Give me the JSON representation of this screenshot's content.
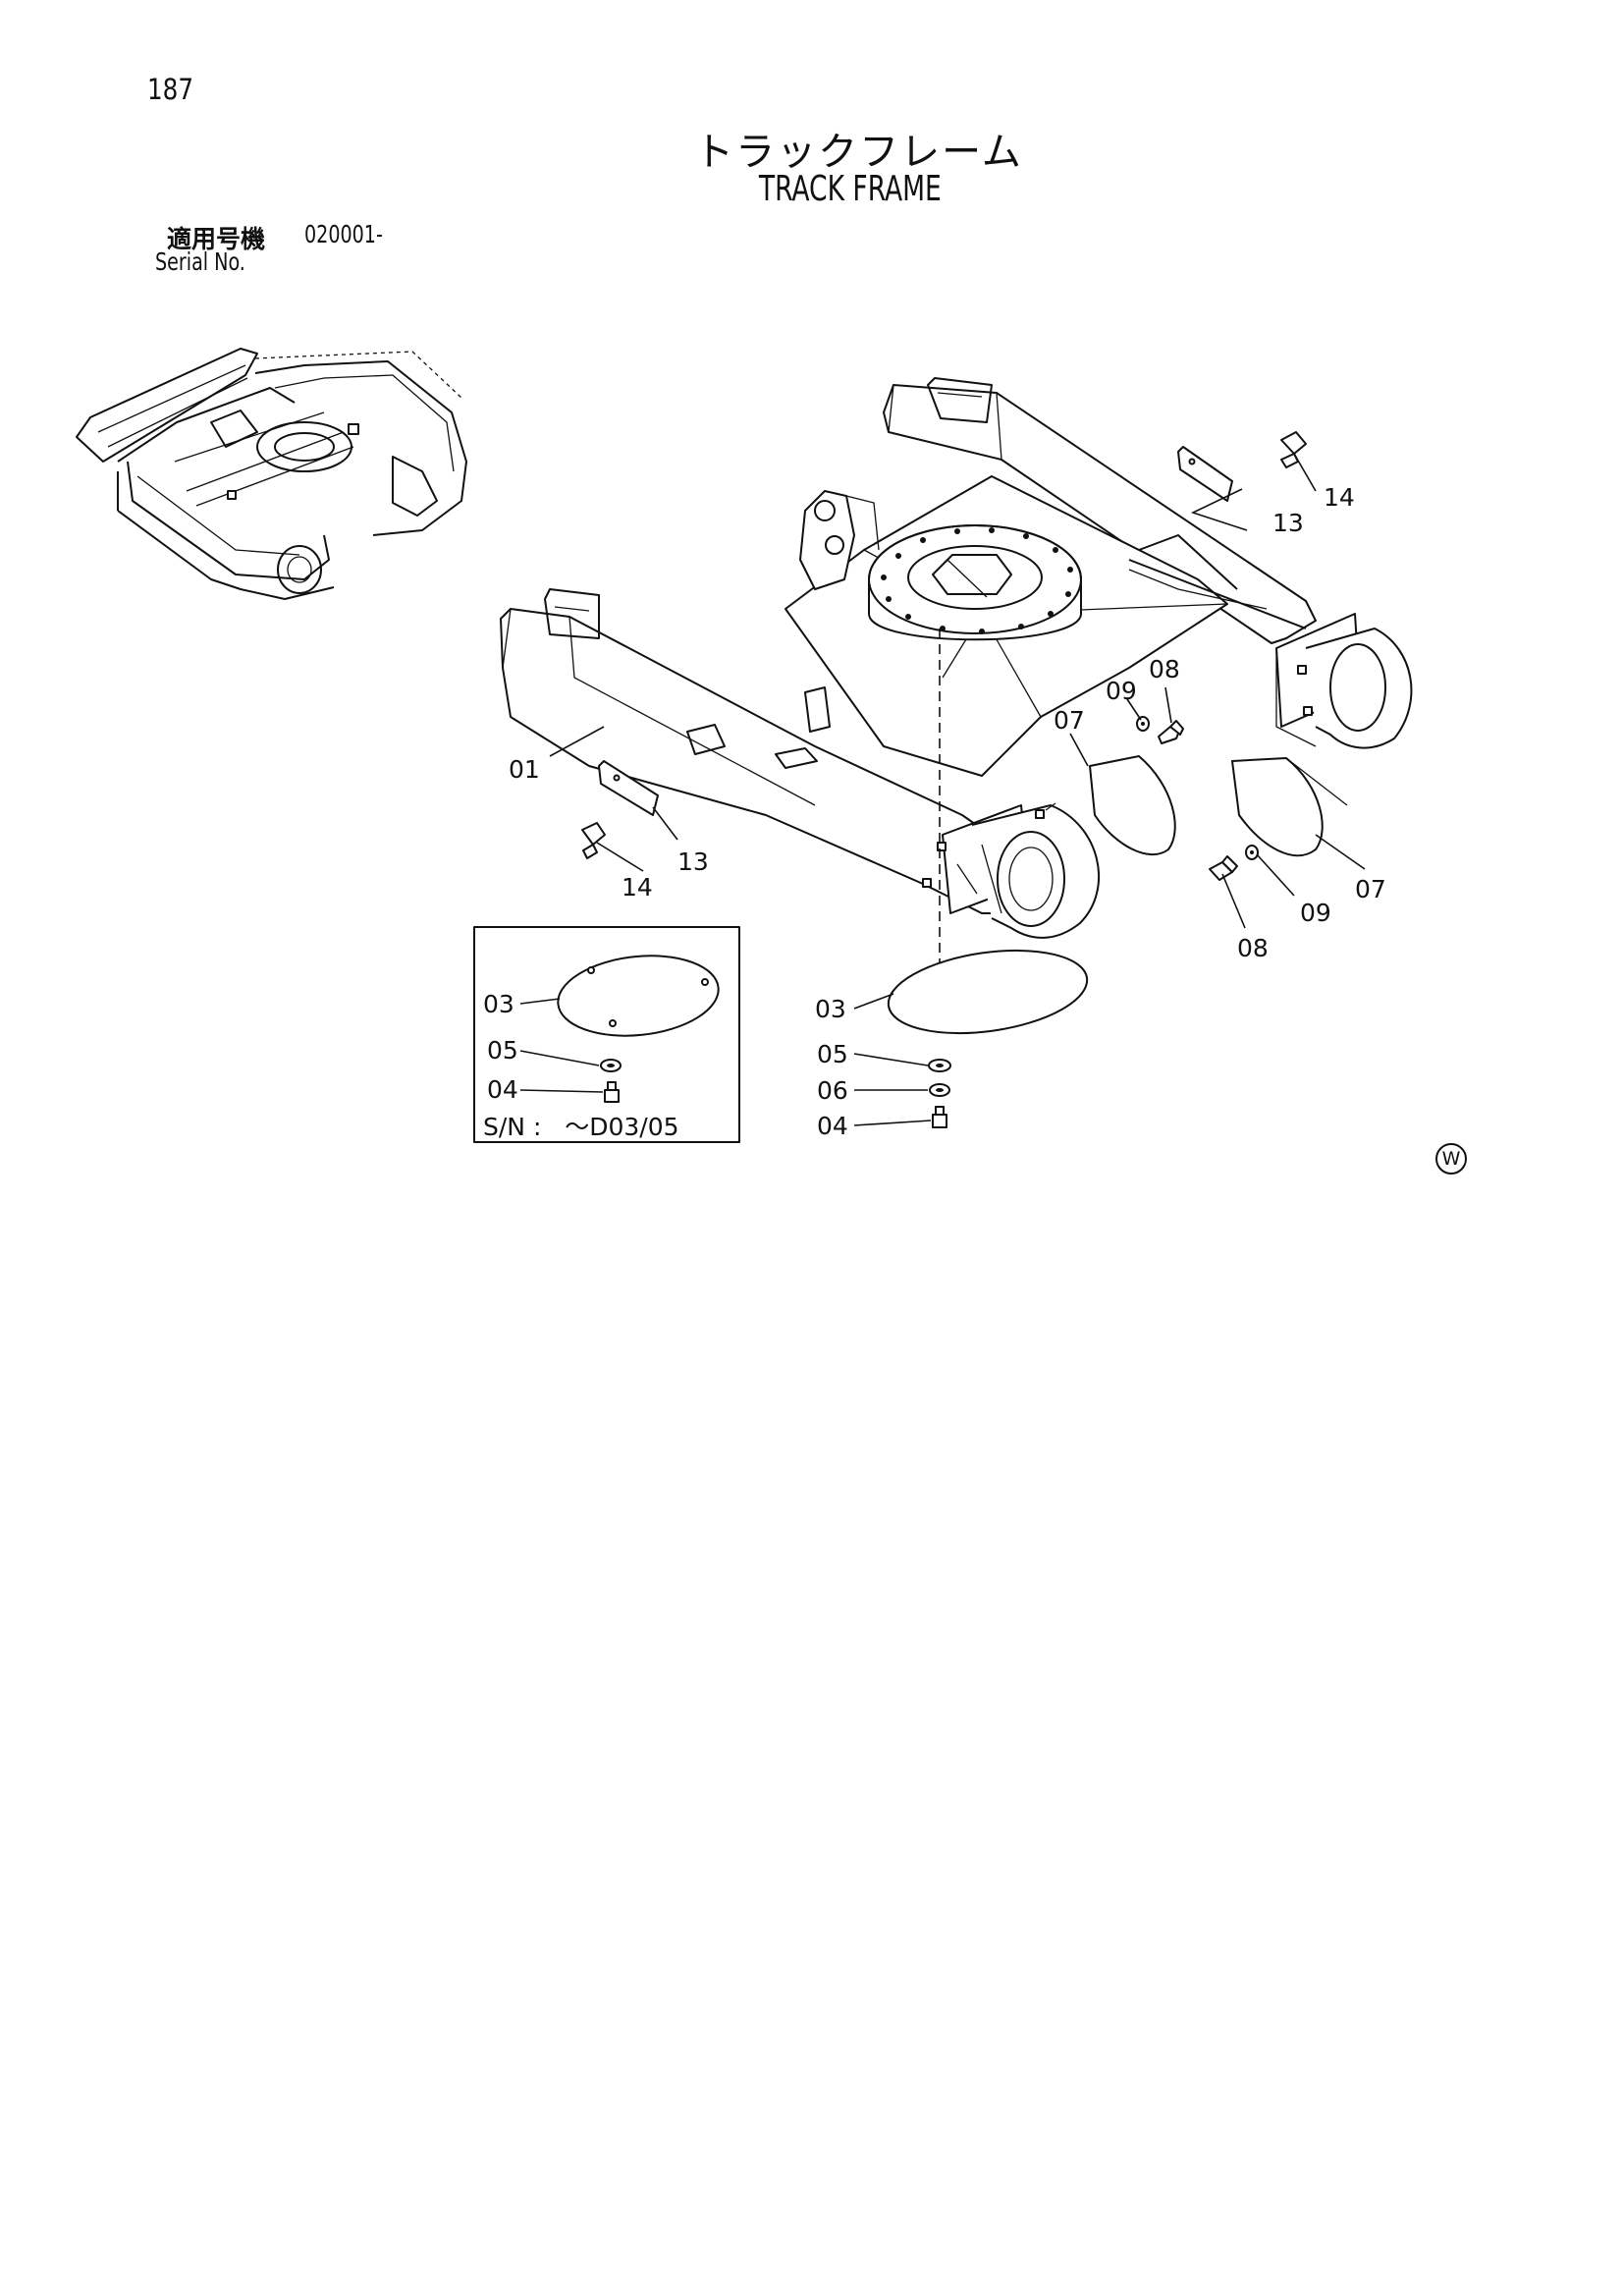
{
  "page": {
    "number": "187"
  },
  "title": {
    "japanese": "トラックフレーム",
    "english": "TRACK FRAME"
  },
  "serial": {
    "label_japanese": "適用号機",
    "value": "020001-",
    "label_english": "Serial No."
  },
  "inset": {
    "serial_note": "S/N :   ～D03/05"
  },
  "code_mark": "W",
  "callouts": {
    "frame": "01",
    "plate_right": "13",
    "bolt_right": "14",
    "plate_left": "13",
    "bolt_left": "14",
    "cover_left": "07",
    "washer_left": "09",
    "bolt_cover_left": "08",
    "cover_right": "07",
    "washer_right": "09",
    "bolt_cover_right": "08",
    "under_cover": "03",
    "under_washer": "05",
    "under_lockwasher": "06",
    "under_bolt": "04",
    "inset_cover": "03",
    "inset_washer": "05",
    "inset_bolt": "04"
  }
}
